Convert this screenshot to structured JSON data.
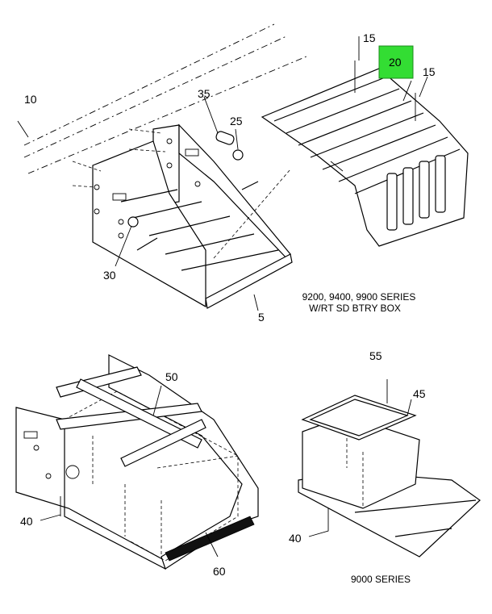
{
  "callouts": {
    "c10": "10",
    "c15a": "15",
    "c15b": "15",
    "c20": "20",
    "c25": "25",
    "c30": "30",
    "c35": "35",
    "c5": "5",
    "c40a": "40",
    "c40b": "40",
    "c45": "45",
    "c50": "50",
    "c55": "55",
    "c60": "60"
  },
  "captions": {
    "top_right_line1": "9200, 9400, 9900 SERIES",
    "top_right_line2": "W/RT SD BTRY BOX",
    "bottom_right": "9000 SERIES"
  },
  "colors": {
    "highlight": "#33dd33",
    "line": "#000000"
  }
}
